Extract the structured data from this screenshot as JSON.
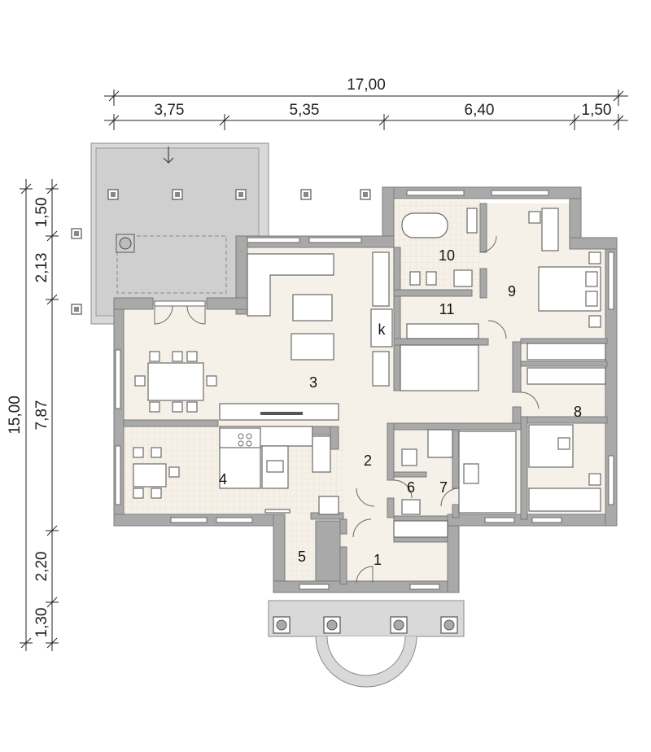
{
  "dimensions": {
    "top_total": "17,00",
    "top_segments": [
      "3,75",
      "5,35",
      "6,40",
      "1,50"
    ],
    "left_total": "15,00",
    "left_segments": [
      "1,50",
      "2,13",
      "7,87",
      "2,20",
      "1,30"
    ]
  },
  "rooms": [
    "1",
    "2",
    "3",
    "4",
    "5",
    "6",
    "7",
    "8",
    "9",
    "10",
    "11",
    "k"
  ],
  "colors": {
    "wall": "#a9a9a9",
    "floor": "#f6f1e8",
    "terrace": "#d9d9d9"
  }
}
